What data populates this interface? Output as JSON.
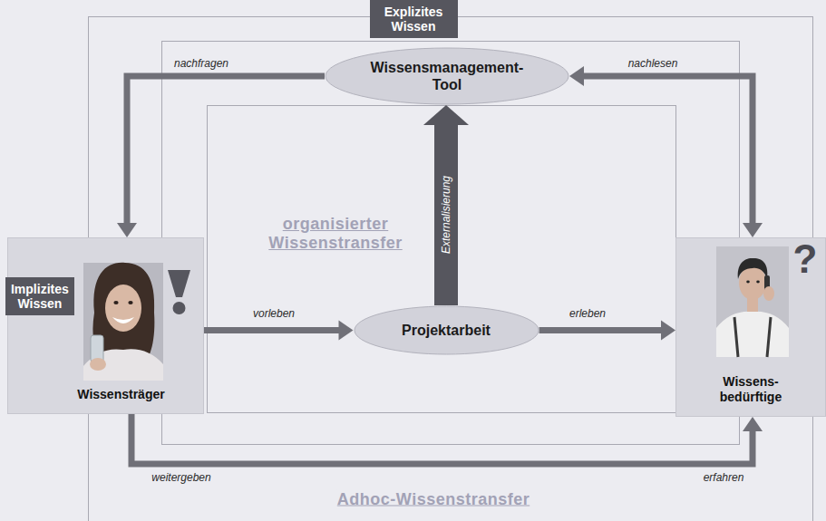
{
  "diagram": {
    "nodes": [
      {
        "text": [
          "Explizites Wissen"
        ]
      },
      {
        "text": [
          "Wissensmanagement-Tool"
        ]
      },
      {
        "text": [
          "Wissensträger"
        ]
      },
      {
        "text": [
          "Implizites Wissen"
        ],
        "in": 2
      },
      {
        "text": [
          "Projektarbeit"
        ]
      },
      {
        "text": [
          "Wissens- bedürftige"
        ]
      }
    ],
    "edges": [
      {
        "from": 1,
        "to": 2,
        "label": "nachfragen",
        "arrow": "to"
      },
      {
        "from": 1,
        "to": 5,
        "label": "nachlesen",
        "arrow": "both"
      },
      {
        "from": 2,
        "to": 4,
        "label": "vorleben",
        "arrow": "to"
      },
      {
        "from": 4,
        "to": 5,
        "label": "erleben",
        "arrow": "to"
      },
      {
        "from": 4,
        "to": 1,
        "label": "Externalisierung",
        "arrow": "to"
      },
      {
        "from": 2,
        "to": 5,
        "label": "weitergeben",
        "arrow": "to"
      }
    ],
    "labels": [
      "organisierter Wissenstransfer",
      "?",
      "erfahren",
      "Adhoc-Wissenstransfer"
    ]
  }
}
